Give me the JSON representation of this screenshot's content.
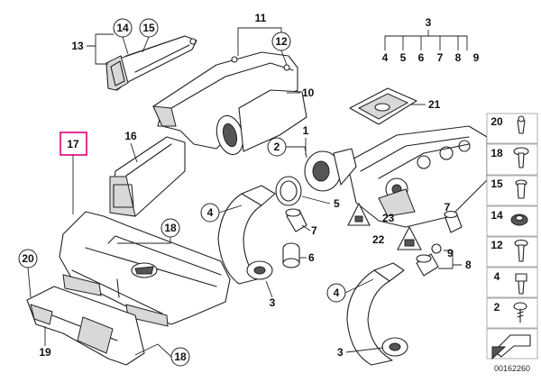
{
  "diagram": {
    "callouts": {
      "c1": "1",
      "c2": "2",
      "c3a": "3",
      "c3b": "3",
      "c3c": "3",
      "c4a": "4",
      "c4b": "4",
      "c4c": "4",
      "c5a": "5",
      "c5b": "5",
      "c6a": "6",
      "c6b": "6",
      "c7a": "7",
      "c7b": "7",
      "c8a": "8",
      "c8b": "8",
      "c9a": "9",
      "c9b": "9",
      "c10": "10",
      "c11": "11",
      "c12a": "12",
      "c12b": "12",
      "c13": "13",
      "c14a": "14",
      "c14b": "14",
      "c15a": "15",
      "c15b": "15",
      "c16": "16",
      "c17": "17",
      "c18a": "18",
      "c18b": "18",
      "c18c": "18",
      "c19": "19",
      "c20a": "20",
      "c20b": "20",
      "c21": "21",
      "c22": "22",
      "c23": "23",
      "c2s": "2"
    },
    "ref_number": "00162260"
  }
}
